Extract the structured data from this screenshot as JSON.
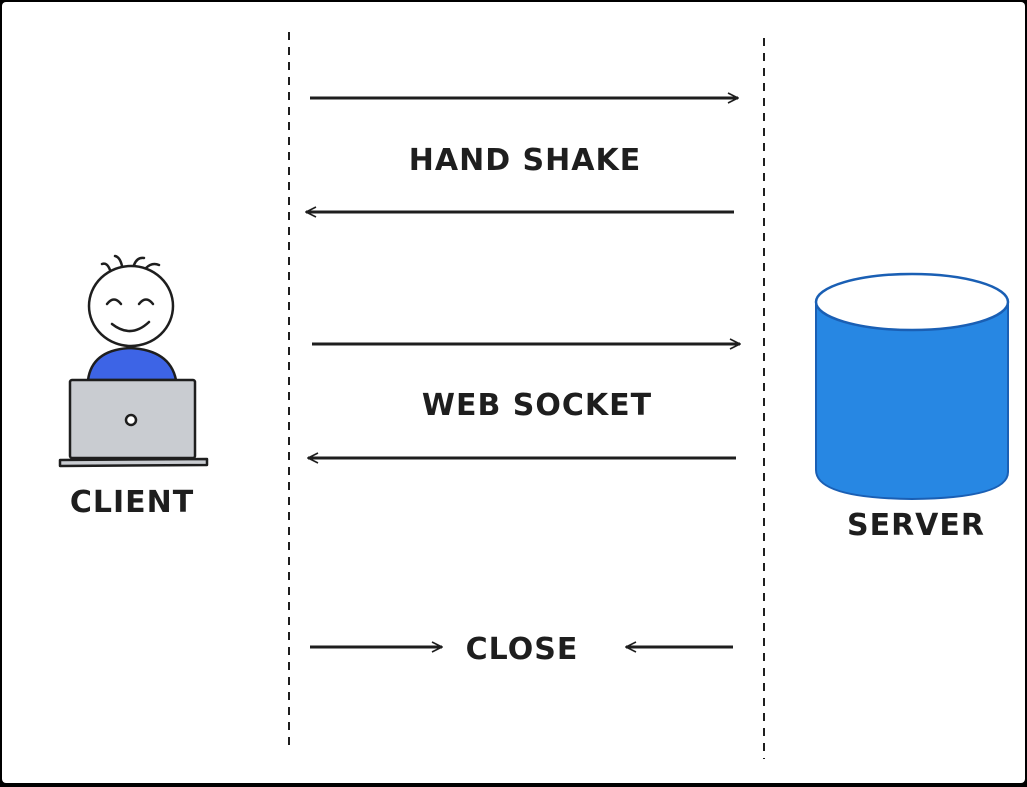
{
  "colors": {
    "ink": "#1e1e1e",
    "server_fill": "#2787e3",
    "shirt": "#3d64e6",
    "laptop": "#c9ccd1"
  },
  "icons": {
    "client": "person-with-laptop-icon",
    "server": "database-cylinder-icon"
  },
  "labels": {
    "client": "CLIENT",
    "server": "SERVER",
    "handshake": "HAND SHAKE",
    "websocket": "WEB SOCKET",
    "close": "CLOSE"
  }
}
